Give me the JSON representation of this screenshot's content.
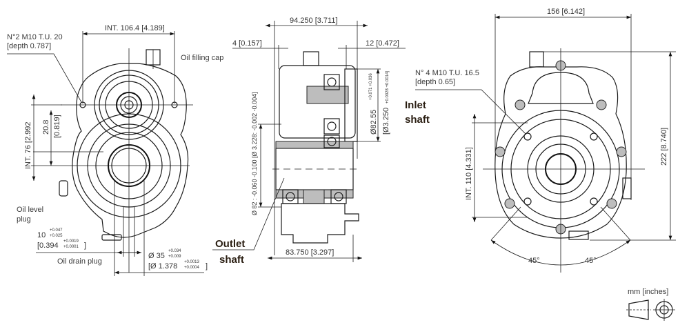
{
  "front_view": {
    "int_width": "INT. 106.4 [4.189]",
    "holes_label_1": "N°2 M10 T.U. 20",
    "holes_label_2": "[depth 0.787]",
    "oil_filling_cap": "Oil filling cap",
    "int_height": "INT. 76 [2.992",
    "offset_mm": "20.8",
    "offset_in": "[0.819]",
    "oil_level_plug_1": "Oil level",
    "oil_level_plug_2": "plug",
    "key_mm": "10",
    "key_mm_tol_upper": "+0.047",
    "key_mm_tol_lower": "+0.025",
    "key_in": "[0.394",
    "key_in_tol_upper": "+0.0019",
    "key_in_tol_lower": "+0.0001",
    "key_in_close": "]",
    "oil_drain_plug": "Oil drain plug",
    "bore_mm": "Ø 35",
    "bore_mm_tol_upper": "+0.034",
    "bore_mm_tol_lower": "+0.009",
    "bore_in": "[Ø 1.378",
    "bore_in_tol_upper": "+0.0013",
    "bore_in_tol_lower": "+0.0004",
    "bore_in_close": "]"
  },
  "side_view": {
    "overall_width": "94.250 [3.711]",
    "left_offset": "4 [0.157]",
    "right_offset": "12 [0.472]",
    "inlet_dia_mm": "Ø82.55",
    "inlet_dia_mm_tol": "+0.071 +0.036",
    "inlet_dia_in": "[Ø3.250",
    "inlet_dia_in_tol": "+0.0028 +0.0014]",
    "outlet_dia": "Ø 82 : -0.060 -0.100 [Ø 3.228: -0.002 -0.004]",
    "outlet_shaft_1": "Outlet",
    "outlet_shaft_2": "shaft",
    "inlet_shaft_1": "Inlet",
    "inlet_shaft_2": "shaft",
    "body_width": "83.750 [3.297]"
  },
  "rear_view": {
    "overall_width": "156 [6.142]",
    "overall_height": "222 [8.740]",
    "int_height": "INT. 110 [4.331]",
    "holes_label_1": "N° 4 M10 T.U. 16.5",
    "holes_label_2": "[depth 0.65]",
    "angle_left": "45°",
    "angle_right": "45°"
  },
  "legend": {
    "units": "mm [inches]"
  }
}
